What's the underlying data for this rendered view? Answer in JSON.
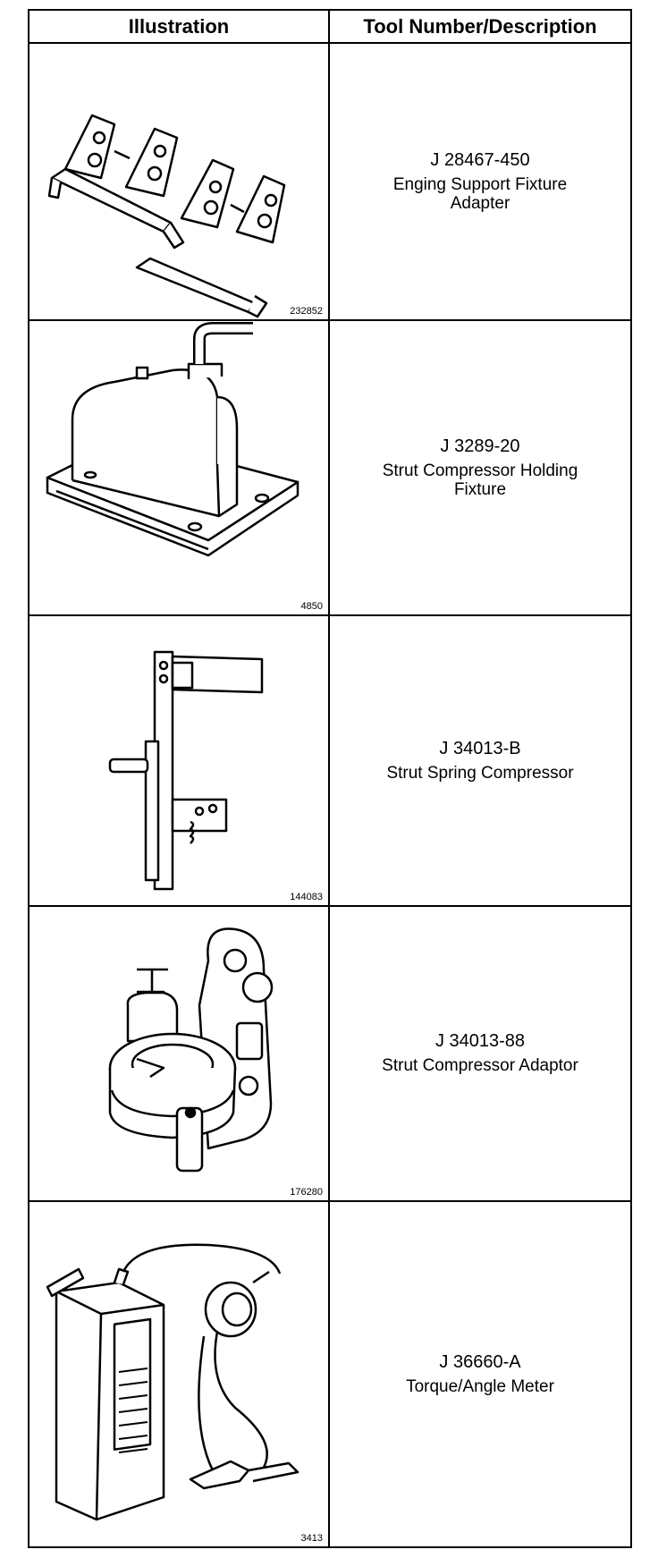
{
  "header": {
    "col1": "Illustration",
    "col2": "Tool Number/Description"
  },
  "rows": [
    {
      "tool": "J 28467-450",
      "desc_line1": "Enging Support Fixture",
      "desc_line2": "Adapter",
      "figure": "232852",
      "icon": "engine-support-fixture-adapter-icon"
    },
    {
      "tool": "J 3289-20",
      "desc_line1": "Strut Compressor Holding",
      "desc_line2": "Fixture",
      "figure": "4850",
      "icon": "strut-compressor-holding-fixture-icon"
    },
    {
      "tool": "J 34013-B",
      "desc_line1": "Strut Spring Compressor",
      "desc_line2": "",
      "figure": "144083",
      "icon": "strut-spring-compressor-icon"
    },
    {
      "tool": "J 34013-88",
      "desc_line1": "Strut Compressor Adaptor",
      "desc_line2": "",
      "figure": "176280",
      "icon": "strut-compressor-adaptor-icon"
    },
    {
      "tool": "J 36660-A",
      "desc_line1": "Torque/Angle Meter",
      "desc_line2": "",
      "figure": "3413",
      "icon": "torque-angle-meter-icon"
    }
  ]
}
